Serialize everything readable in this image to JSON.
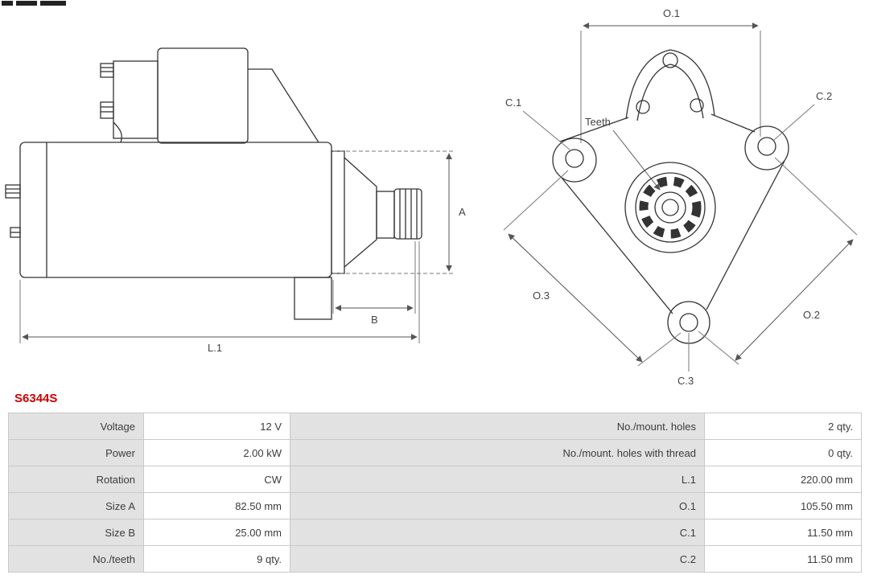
{
  "part_number": "S6344S",
  "colors": {
    "part_number": "#cc0000",
    "table_label_bg": "#e2e2e2",
    "table_border": "#c9c9c9"
  },
  "diagram": {
    "side_view_labels": {
      "a": "A",
      "b": "B",
      "l1": "L.1"
    },
    "front_view_labels": {
      "o1": "O.1",
      "o2": "O.2",
      "o3": "O.3",
      "c1": "C.1",
      "c2": "C.2",
      "c3": "C.3",
      "teeth": "Teeth"
    }
  },
  "spec_table": {
    "rows": [
      {
        "label_left": "Voltage",
        "value_left": "12 V",
        "label_right": "No./mount. holes",
        "value_right": "2 qty."
      },
      {
        "label_left": "Power",
        "value_left": "2.00 kW",
        "label_right": "No./mount. holes with thread",
        "value_right": "0 qty."
      },
      {
        "label_left": "Rotation",
        "value_left": "CW",
        "label_right": "L.1",
        "value_right": "220.00 mm"
      },
      {
        "label_left": "Size A",
        "value_left": "82.50 mm",
        "label_right": "O.1",
        "value_right": "105.50 mm"
      },
      {
        "label_left": "Size B",
        "value_left": "25.00 mm",
        "label_right": "C.1",
        "value_right": "11.50 mm"
      },
      {
        "label_left": "No./teeth",
        "value_left": "9 qty.",
        "label_right": "C.2",
        "value_right": "11.50 mm"
      }
    ]
  }
}
